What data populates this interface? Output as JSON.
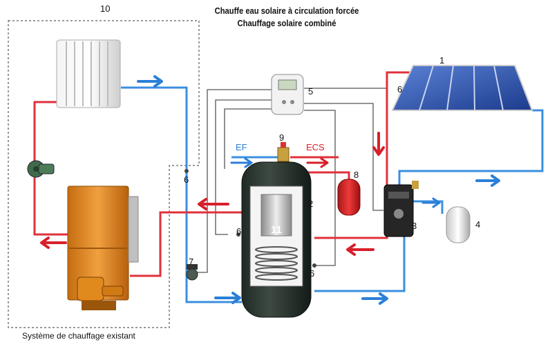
{
  "title": {
    "line1": "Chauffe eau solaire à circulation forcée",
    "line2": "Chauffage solaire combiné"
  },
  "system_number": "10",
  "existing_system_caption": "Système de chauffage existant",
  "labels": {
    "cold_water": "EF",
    "hot_water": "ECS"
  },
  "components": {
    "solar_panel": "1",
    "tank_coil": "2",
    "pump_station": "3",
    "expansion_vessel": "4",
    "controller": "5",
    "sensor_panel": "6",
    "sensor_left": "6",
    "sensor_tank_upper": "6",
    "sensor_tank_lower": "6",
    "valve": "7",
    "expansion_tank": "8",
    "mixing_valve": "9",
    "tank": "11"
  },
  "colors": {
    "hot_pipe": "#e0303a",
    "cold_pipe": "#3a8fe0",
    "hot_arrow": "#d81f2a",
    "cold_arrow": "#2a7fd8",
    "boiler": "#e08a1e",
    "tank": "#2f3a33",
    "panel": "#2a4fa8"
  }
}
